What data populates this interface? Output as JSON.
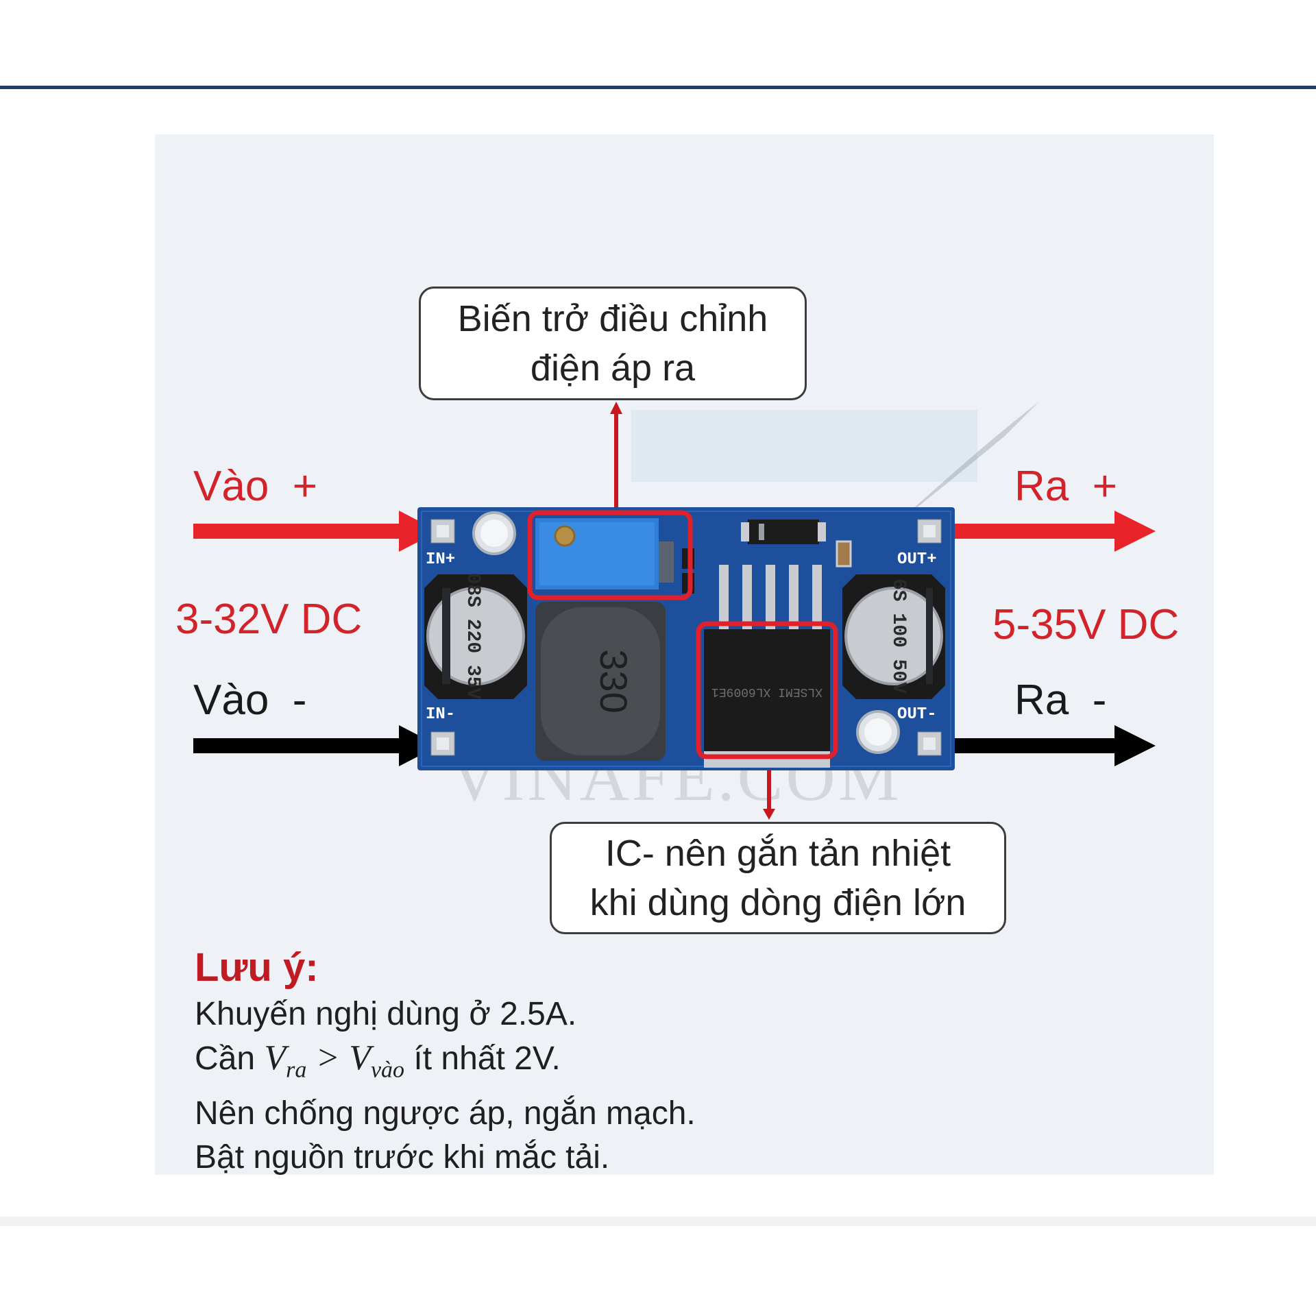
{
  "callouts": {
    "pot": {
      "line1": "Biến trở điều chỉnh",
      "line2": "điện áp ra"
    },
    "ic": {
      "line1": "IC- nên gắn tản nhiệt",
      "line2": "khi dùng dòng điện lớn"
    }
  },
  "labels": {
    "in_plus": "Vào  +",
    "in_minus": "Vào  -",
    "in_range": "3-32V DC",
    "out_plus": "Ra  +",
    "out_minus": "Ra  -",
    "out_range": "5-35V DC"
  },
  "board": {
    "pad_in_plus": "IN+",
    "pad_in_minus": "IN-",
    "pad_out_plus": "OUT+",
    "pad_out_minus": "OUT-",
    "cap_in": "08S 220 35V",
    "cap_out": "6S 100 50V",
    "inductor": "330",
    "ic_marking": "XLSEMI XL6009E1"
  },
  "watermark": "VINAFE.COM",
  "notes": {
    "title": "Lưu ý:",
    "line1": "Khuyến nghị dùng ở 2.5A.",
    "line2_pre": "Cần",
    "v1": "V",
    "v1_sub": "ra",
    "gt": ">",
    "v2": "V",
    "v2_sub": "vào",
    "line2_post": "ít nhất 2V.",
    "line3": "Nên chống ngược áp, ngắn mạch.",
    "line4": "Bật nguồn trước khi mắc tải."
  },
  "colors": {
    "arrow_positive": "#e8232a",
    "arrow_negative": "#000000",
    "board": "#1e4f9c",
    "highlight": "#e0202a",
    "range_label": "#d2232a"
  }
}
